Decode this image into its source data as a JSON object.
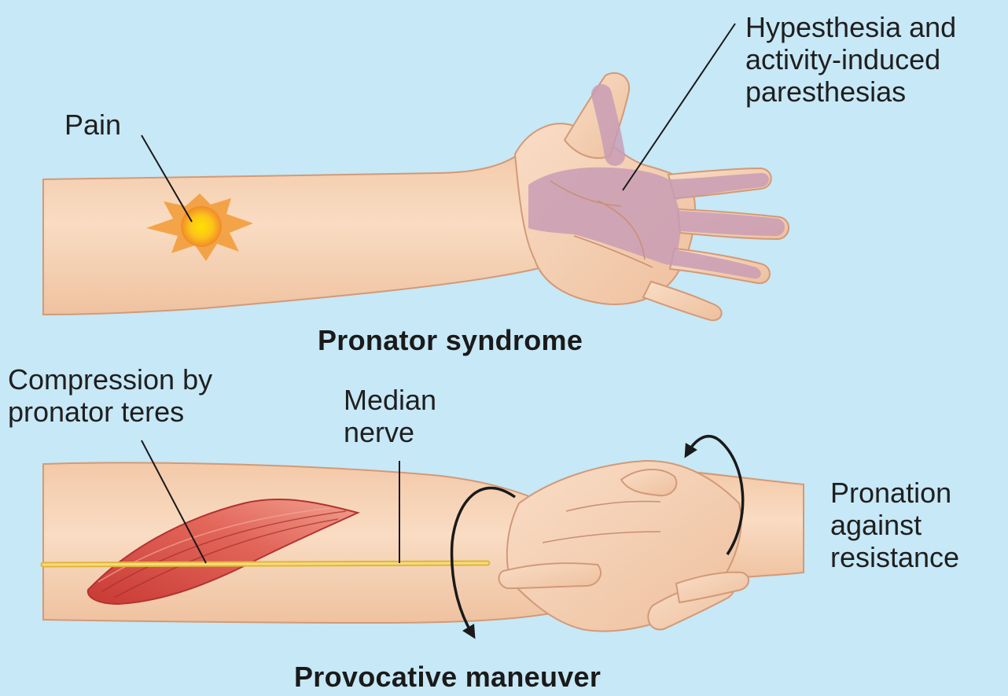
{
  "panels": [
    {
      "title": "Pronator syndrome",
      "labels": {
        "pain": "Pain",
        "hypesthesia": "Hypesthesia and\nactivity-induced\nparesthesias"
      }
    },
    {
      "title": "Provocative maneuver",
      "labels": {
        "compression": "Compression by\npronator teres",
        "median_nerve": "Median\nnerve",
        "pronation": "Pronation\nagainst\nresistance"
      }
    }
  ],
  "colors": {
    "background": "#c7e8f6",
    "skin": "#f6d3b6",
    "skin_shadow": "#e6b592",
    "paresthesia_zone": "#c9a1b8",
    "pain_burst": "#f7b21e",
    "muscle": "#d9534a",
    "nerve": "#efc64a"
  },
  "icons": [
    "pain-burst-icon",
    "rotation-arrow-icon"
  ]
}
